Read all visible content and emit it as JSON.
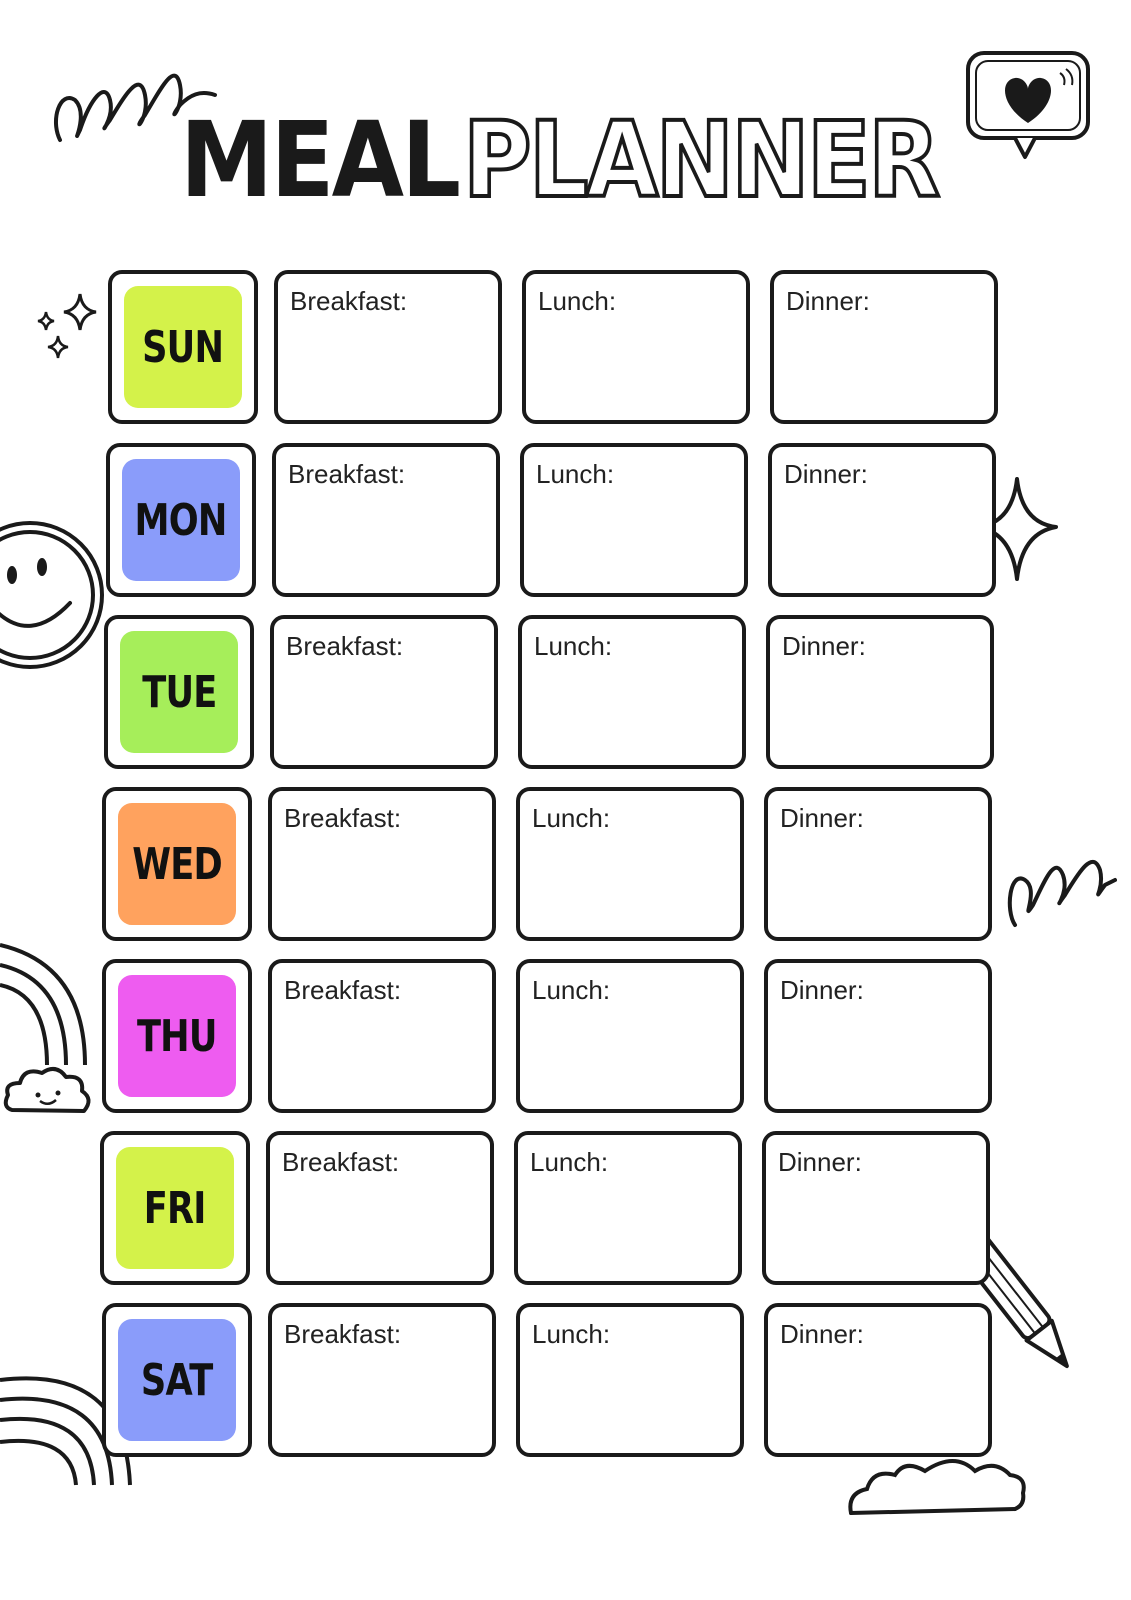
{
  "title": {
    "word1": "MEAL",
    "word2": "PLANNER"
  },
  "days": [
    {
      "label": "SUN",
      "color": "#D4F24A",
      "meals": [
        "Breakfast:",
        "Lunch:",
        "Dinner:"
      ]
    },
    {
      "label": "MON",
      "color": "#8A9CFA",
      "meals": [
        "Breakfast:",
        "Lunch:",
        "Dinner:"
      ]
    },
    {
      "label": "TUE",
      "color": "#A6EE5A",
      "meals": [
        "Breakfast:",
        "Lunch:",
        "Dinner:"
      ]
    },
    {
      "label": "WED",
      "color": "#FFA25E",
      "meals": [
        "Breakfast:",
        "Lunch:",
        "Dinner:"
      ]
    },
    {
      "label": "THU",
      "color": "#EE5CF0",
      "meals": [
        "Breakfast:",
        "Lunch:",
        "Dinner:"
      ]
    },
    {
      "label": "FRI",
      "color": "#D4F24A",
      "meals": [
        "Breakfast:",
        "Lunch:",
        "Dinner:"
      ]
    },
    {
      "label": "SAT",
      "color": "#8A9CFA",
      "meals": [
        "Breakfast:",
        "Lunch:",
        "Dinner:"
      ]
    }
  ],
  "icons": [
    "squiggle-icon",
    "heart-speech-bubble-icon",
    "sparkle-icon",
    "smiley-face-icon",
    "rainbow-icon",
    "cloud-icon",
    "pencil-icon"
  ]
}
